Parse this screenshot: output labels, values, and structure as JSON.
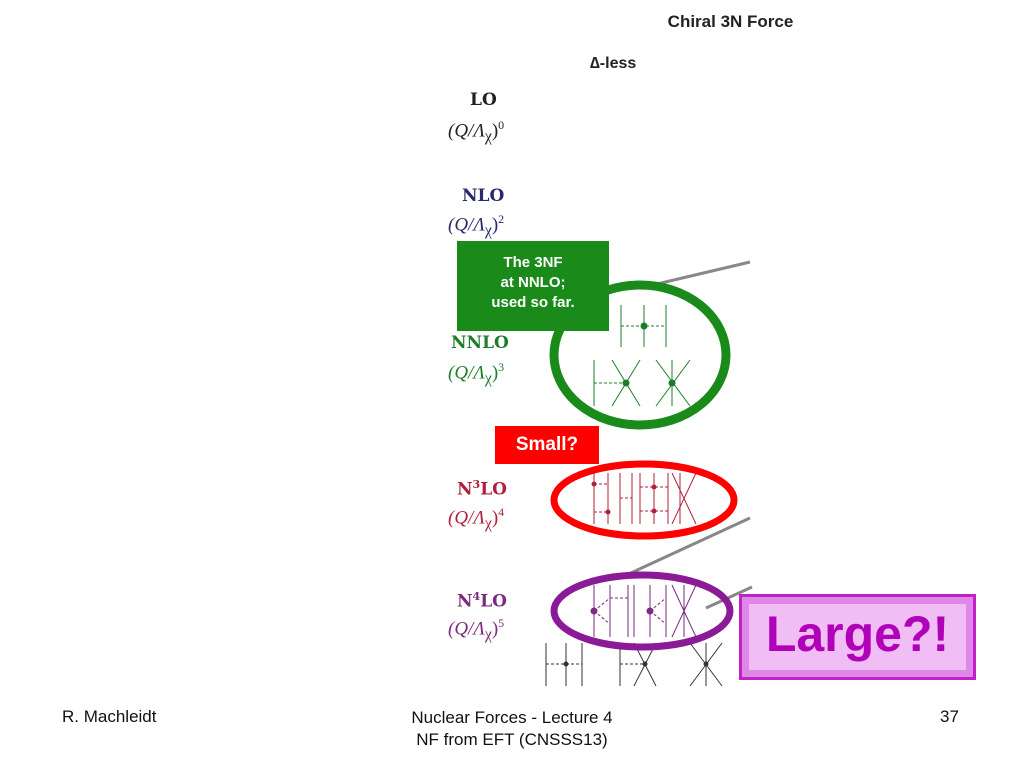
{
  "slide": {
    "title": "Chiral 3N Force",
    "subtitle": "∆-less"
  },
  "orders": {
    "lo": {
      "name": "LO",
      "scale_base": "(Q/Λ",
      "scale_sub": "χ",
      "scale_close": ")",
      "power": "0"
    },
    "nlo": {
      "name": "NLO",
      "scale_base": "(Q/Λ",
      "scale_sub": "χ",
      "scale_close": ")",
      "power": "2"
    },
    "nnlo": {
      "name": "NNLO",
      "scale_base": "(Q/Λ",
      "scale_sub": "χ",
      "scale_close": ")",
      "power": "3"
    },
    "n3lo": {
      "name_pre": "N",
      "name_sup": "3",
      "name_post": "LO",
      "scale_base": "(Q/Λ",
      "scale_sub": "χ",
      "scale_close": ")",
      "power": "4"
    },
    "n4lo": {
      "name_pre": "N",
      "name_sup": "4",
      "name_post": "LO",
      "scale_base": "(Q/Λ",
      "scale_sub": "χ",
      "scale_close": ")",
      "power": "5"
    }
  },
  "callouts": {
    "nnlo_line1": "The 3NF",
    "nnlo_line2": "at NNLO;",
    "nnlo_line3": "used so far.",
    "small": "Small?",
    "large": "Large?!"
  },
  "footer": {
    "author": "R. Machleidt",
    "course_line1": "Nuclear Forces - Lecture 4",
    "course_line2": "NF from EFT (CNSSS13)",
    "page_number": "37"
  },
  "colors": {
    "nnlo": "#1e7d2a",
    "n3lo": "#b0203a",
    "n4lo": "#7a2a80",
    "green_box": "#1a8a1a",
    "red_box": "#ff0000",
    "large_box": "#e088e8"
  }
}
